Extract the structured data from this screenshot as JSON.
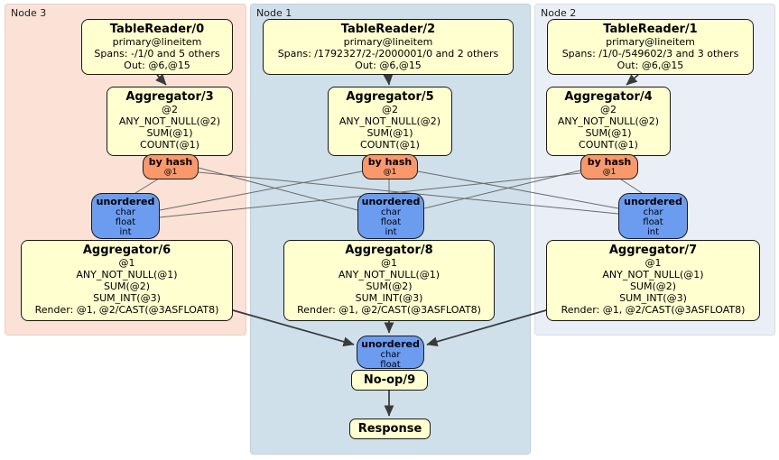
{
  "colors": {
    "box_fill": "#FFFFD0",
    "router_fill": "#F9996B",
    "sync_fill": "#6B9CF0",
    "node3_bg": "#FBE1D6",
    "node1_bg": "#CFE0EB",
    "node2_bg": "#E9EEF7",
    "edge_thin": "#6B6B6B",
    "edge_thick": "#3A3A3A"
  },
  "node3": {
    "label": "Node 3",
    "table_reader": {
      "title": "TableReader/0",
      "lines": [
        "primary@lineitem",
        "Spans: -/1/0 and 5 others",
        "Out: @6,@15"
      ]
    },
    "aggregator_top": {
      "title": "Aggregator/3",
      "lines": [
        "@2",
        "ANY_NOT_NULL(@2)",
        "SUM(@1)",
        "COUNT(@1)"
      ]
    },
    "hash_router": {
      "title": "by hash",
      "subtitle": "@1"
    },
    "sync": {
      "title": "unordered",
      "lines": [
        "char",
        "float",
        "int"
      ]
    },
    "aggregator_bottom": {
      "title": "Aggregator/6",
      "lines": [
        "@1",
        "ANY_NOT_NULL(@1)",
        "SUM(@2)",
        "SUM_INT(@3)",
        "Render: @1, @2/CAST(@3ASFLOAT8)"
      ]
    }
  },
  "node1": {
    "label": "Node 1",
    "table_reader": {
      "title": "TableReader/2",
      "lines": [
        "primary@lineitem",
        "Spans: /1792327/2-/2000001/0 and 2 others",
        "Out: @6,@15"
      ]
    },
    "aggregator_top": {
      "title": "Aggregator/5",
      "lines": [
        "@2",
        "ANY_NOT_NULL(@2)",
        "SUM(@1)",
        "COUNT(@1)"
      ]
    },
    "hash_router": {
      "title": "by hash",
      "subtitle": "@1"
    },
    "sync": {
      "title": "unordered",
      "lines": [
        "char",
        "float",
        "int"
      ]
    },
    "aggregator_bottom": {
      "title": "Aggregator/8",
      "lines": [
        "@1",
        "ANY_NOT_NULL(@1)",
        "SUM(@2)",
        "SUM_INT(@3)",
        "Render: @1, @2/CAST(@3ASFLOAT8)"
      ]
    },
    "final_sync": {
      "title": "unordered",
      "lines": [
        "char",
        "float"
      ]
    },
    "noop": {
      "title": "No-op/9"
    },
    "response": {
      "title": "Response"
    }
  },
  "node2": {
    "label": "Node 2",
    "table_reader": {
      "title": "TableReader/1",
      "lines": [
        "primary@lineitem",
        "Spans: /1/0-/549602/3 and 3 others",
        "Out: @6,@15"
      ]
    },
    "aggregator_top": {
      "title": "Aggregator/4",
      "lines": [
        "@2",
        "ANY_NOT_NULL(@2)",
        "SUM(@1)",
        "COUNT(@1)"
      ]
    },
    "hash_router": {
      "title": "by hash",
      "subtitle": "@1"
    },
    "sync": {
      "title": "unordered",
      "lines": [
        "char",
        "float",
        "int"
      ]
    },
    "aggregator_bottom": {
      "title": "Aggregator/7",
      "lines": [
        "@1",
        "ANY_NOT_NULL(@1)",
        "SUM(@2)",
        "SUM_INT(@3)",
        "Render: @1, @2/CAST(@3ASFLOAT8)"
      ]
    }
  }
}
